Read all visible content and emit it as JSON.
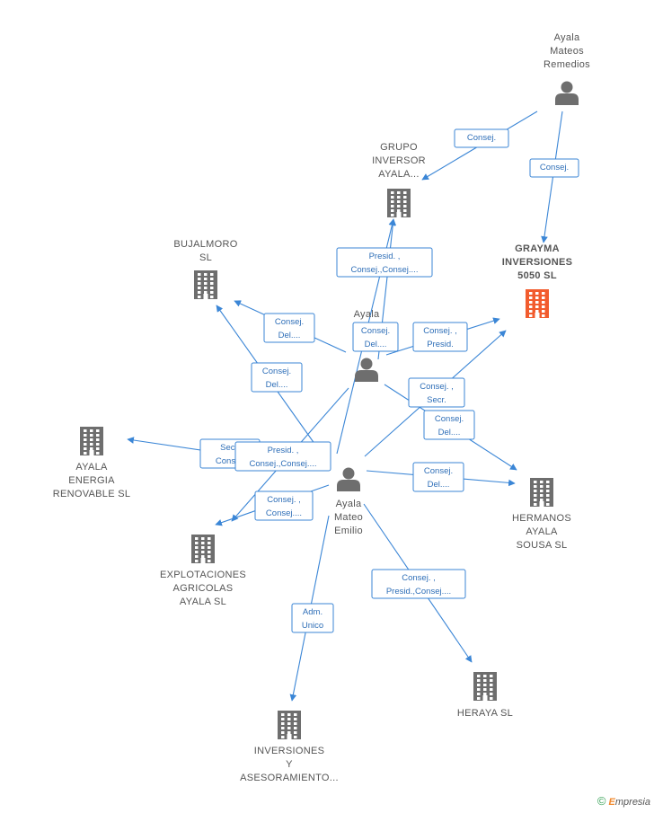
{
  "colors": {
    "edge": "#3b86d6",
    "node": "#6e6e6e",
    "highlight": "#f25c2e"
  },
  "nodes": {
    "ayala_remedios": {
      "type": "person",
      "lines": [
        "Ayala",
        "Mateos",
        "Remedios"
      ]
    },
    "grupo_inversor": {
      "type": "company",
      "lines": [
        "GRUPO",
        "INVERSOR",
        "AYALA..."
      ]
    },
    "grayma": {
      "type": "company",
      "highlight": true,
      "lines": [
        "GRAYMA",
        "INVERSIONES",
        "5050  SL"
      ]
    },
    "bujalmoro": {
      "type": "company",
      "lines": [
        "BUJALMORO",
        "SL"
      ]
    },
    "ayala_center": {
      "type": "person",
      "lines": [
        "Ayala"
      ]
    },
    "ayala_energia": {
      "type": "company",
      "lines": [
        "AYALA",
        "ENERGIA",
        "RENOVABLE SL"
      ]
    },
    "ayala_emilio": {
      "type": "person",
      "lines": [
        "Ayala",
        "Mateo",
        "Emilio"
      ]
    },
    "hermanos": {
      "type": "company",
      "lines": [
        "HERMANOS",
        "AYALA",
        "SOUSA SL"
      ]
    },
    "explotaciones": {
      "type": "company",
      "lines": [
        "EXPLOTACIONES",
        "AGRICOLAS",
        "AYALA SL"
      ]
    },
    "heraya": {
      "type": "company",
      "lines": [
        "HERAYA SL"
      ]
    },
    "inversiones": {
      "type": "company",
      "lines": [
        "INVERSIONES",
        "Y",
        "ASESORAMIENTO..."
      ]
    }
  },
  "edges": [
    {
      "from": "ayala_remedios",
      "to": "grupo_inversor",
      "lines": [
        "Consej."
      ]
    },
    {
      "from": "ayala_remedios",
      "to": "grayma",
      "lines": [
        "Consej."
      ]
    },
    {
      "from": "ayala_center",
      "to": "grupo_inversor",
      "lines": [
        "Presid. ,",
        "Consej.,Consej...."
      ]
    },
    {
      "from": "ayala_emilio",
      "to": "grupo_inversor",
      "lines": [
        "Consej.",
        "Del...."
      ]
    },
    {
      "from": "ayala_center",
      "to": "bujalmoro",
      "lines": [
        "Consej.",
        "Del...."
      ]
    },
    {
      "from": "ayala_emilio",
      "to": "bujalmoro",
      "lines": [
        "Consej.",
        "Del...."
      ]
    },
    {
      "from": "ayala_center",
      "to": "grayma",
      "lines": [
        "Consej. ,",
        "Presid."
      ]
    },
    {
      "from": "ayala_emilio",
      "to": "grayma",
      "lines": [
        "Consej. ,",
        "Secr."
      ]
    },
    {
      "from": "ayala_center",
      "to": "hermanos",
      "lines": [
        "Consej.",
        "Del...."
      ]
    },
    {
      "from": "ayala_emilio",
      "to": "hermanos",
      "lines": [
        "Consej.",
        "Del...."
      ]
    },
    {
      "from": "ayala_emilio",
      "to": "ayala_energia",
      "lines": [
        "Secr.",
        "Consej."
      ]
    },
    {
      "from": "ayala_center",
      "to": "explotaciones",
      "lines": [
        "Presid. ,",
        "Consej.,Consej...."
      ]
    },
    {
      "from": "ayala_emilio",
      "to": "explotaciones",
      "lines": [
        "Consej. ,",
        "Consej...."
      ]
    },
    {
      "from": "ayala_emilio",
      "to": "heraya",
      "lines": [
        "Consej. ,",
        "Presid.,Consej...."
      ]
    },
    {
      "from": "ayala_emilio",
      "to": "inversiones",
      "lines": [
        "Adm.",
        "Unico"
      ]
    }
  ],
  "footer": {
    "copyright": "©",
    "brand_initial": "E",
    "brand_rest": "mpresia"
  }
}
